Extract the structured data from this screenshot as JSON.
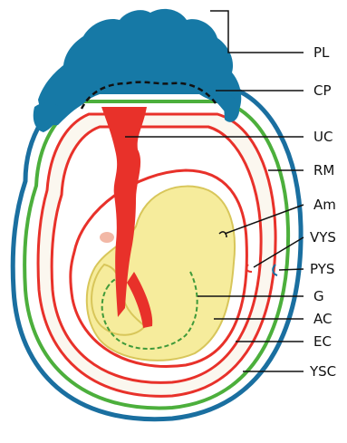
{
  "labels": {
    "pl": "PL",
    "cp": "CP",
    "uc": "UC",
    "rm": "RM",
    "am": "Am",
    "vys": "VYS",
    "pys": "PYS",
    "g": "G",
    "ac": "AC",
    "ec": "EC",
    "ysc": "YSC"
  },
  "colors": {
    "placenta": "#1679a6",
    "outer_membrane": "#1a6fa0",
    "green_layer": "#4caf3c",
    "red_layer": "#e8312a",
    "umbilical_cord": "#e8312a",
    "yolk": "#f6ec9c",
    "yolk_outline": "#d8c65a",
    "gut": "#3f9a3a",
    "amnion_space": "#ffffff",
    "peach": "#f2b8a6"
  }
}
